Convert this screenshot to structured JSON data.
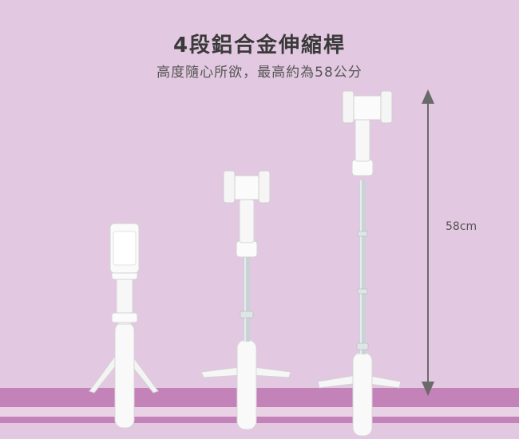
{
  "heading": {
    "title": "4段鋁合金伸縮桿",
    "subtitle": "高度隨心所欲，最高約為58公分"
  },
  "measure": {
    "label": "58cm"
  },
  "colors": {
    "background": "#e2c8e0",
    "stripe_dark": "#c383b9",
    "stripe_light": "#e9d2e6",
    "device_white": "#f9f9f9",
    "device_shadow": "#cfcfcf",
    "pole_silver": "#c9d3d6",
    "arrow": "#6a6a6a"
  }
}
